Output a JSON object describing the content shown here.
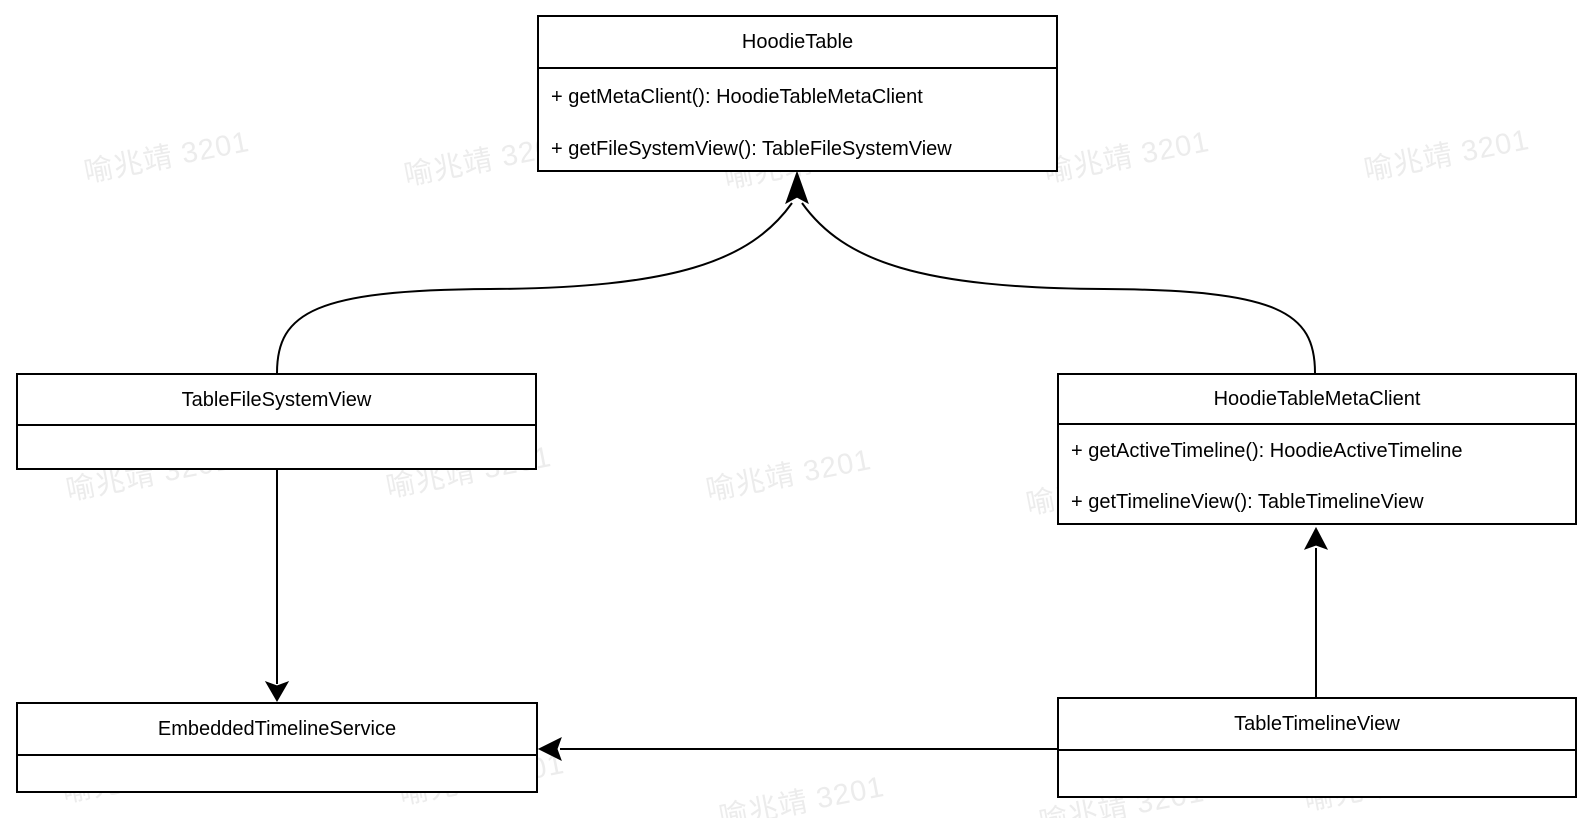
{
  "diagram": {
    "type": "uml-class-diagram",
    "background_color": "#ffffff",
    "line_color": "#000000",
    "text_color": "#000000",
    "watermark": {
      "text": "喻兆靖 3201",
      "color": "#ececec"
    },
    "classes": [
      {
        "name": "HoodieTable",
        "methods": [
          "+ getMetaClient(): HoodieTableMetaClient",
          "+ getFileSystemView(): TableFileSystemView"
        ]
      },
      {
        "name": "TableFileSystemView",
        "methods": []
      },
      {
        "name": "HoodieTableMetaClient",
        "methods": [
          "+ getActiveTimeline(): HoodieActiveTimeline",
          "+ getTimelineView(): TableTimelineView"
        ]
      },
      {
        "name": "EmbeddedTimelineService",
        "methods": []
      },
      {
        "name": "TableTimelineView",
        "methods": []
      }
    ],
    "relations": [
      {
        "from": "TableFileSystemView",
        "to": "HoodieTable",
        "style": "curved-arrow"
      },
      {
        "from": "HoodieTableMetaClient",
        "to": "HoodieTable",
        "style": "curved-arrow"
      },
      {
        "from": "TableFileSystemView",
        "to": "EmbeddedTimelineService",
        "style": "straight-arrow"
      },
      {
        "from": "TableTimelineView",
        "to": "HoodieTableMetaClient",
        "style": "straight-arrow"
      },
      {
        "from": "TableTimelineView",
        "to": "EmbeddedTimelineService",
        "style": "straight-arrow"
      }
    ]
  }
}
